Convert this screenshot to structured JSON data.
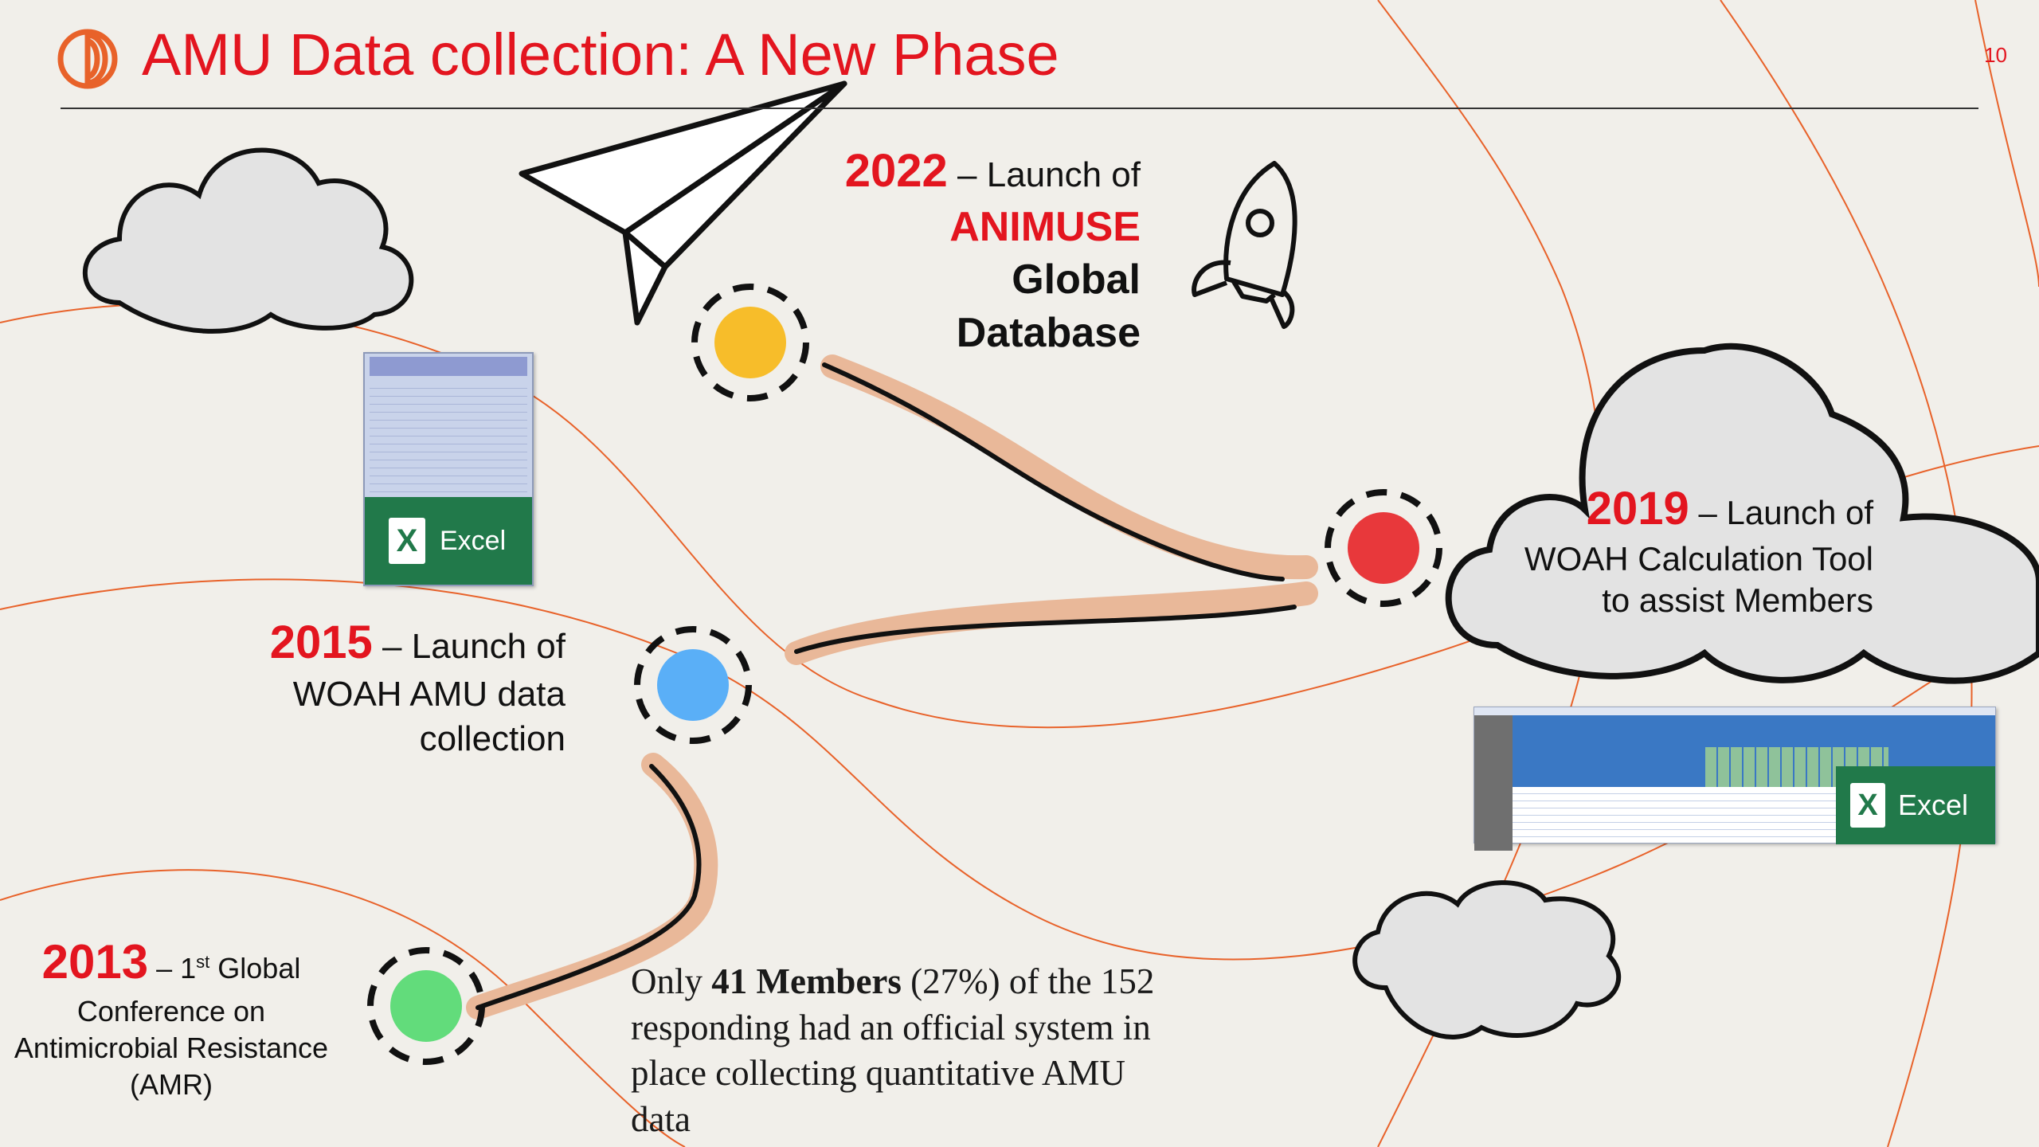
{
  "header": {
    "title": "AMU Data collection: A New Phase",
    "page_number": "10"
  },
  "milestones": {
    "m2022": {
      "year": "2022",
      "text": " – Launch of",
      "name": "ANIMUSE",
      "line2": "Global",
      "line3": "Database",
      "dot_color": "#f7bd2a"
    },
    "m2019": {
      "year": "2019",
      "text": " – Launch of",
      "line2": "WOAH Calculation Tool",
      "line3": "to assist Members",
      "dot_color": "#e8383b"
    },
    "m2015": {
      "year": "2015",
      "text": " – Launch of",
      "line2": "WOAH AMU data",
      "line3": "collection",
      "dot_color": "#5aaff7"
    },
    "m2013": {
      "year": "2013",
      "text_pre": " – 1",
      "sup": "st",
      "text_post": " Global",
      "line2": "Conference on",
      "line3": "Antimicrobial Resistance",
      "line4": "(AMR)",
      "dot_color": "#62dc7b"
    }
  },
  "note": {
    "pre": "Only ",
    "bold": "41 Members",
    "post": " (27%) of the 152 responding had an official system in place collecting quantitative AMU data"
  },
  "excel": {
    "label": "Excel",
    "tile": "X"
  },
  "colors": {
    "accent": "#e3151f",
    "path": "#e9b899",
    "background": "#f1efea",
    "excel_green": "#21794a"
  },
  "icons": [
    "logo-icon",
    "paper-plane-icon",
    "rocket-icon",
    "cloud-icon"
  ]
}
